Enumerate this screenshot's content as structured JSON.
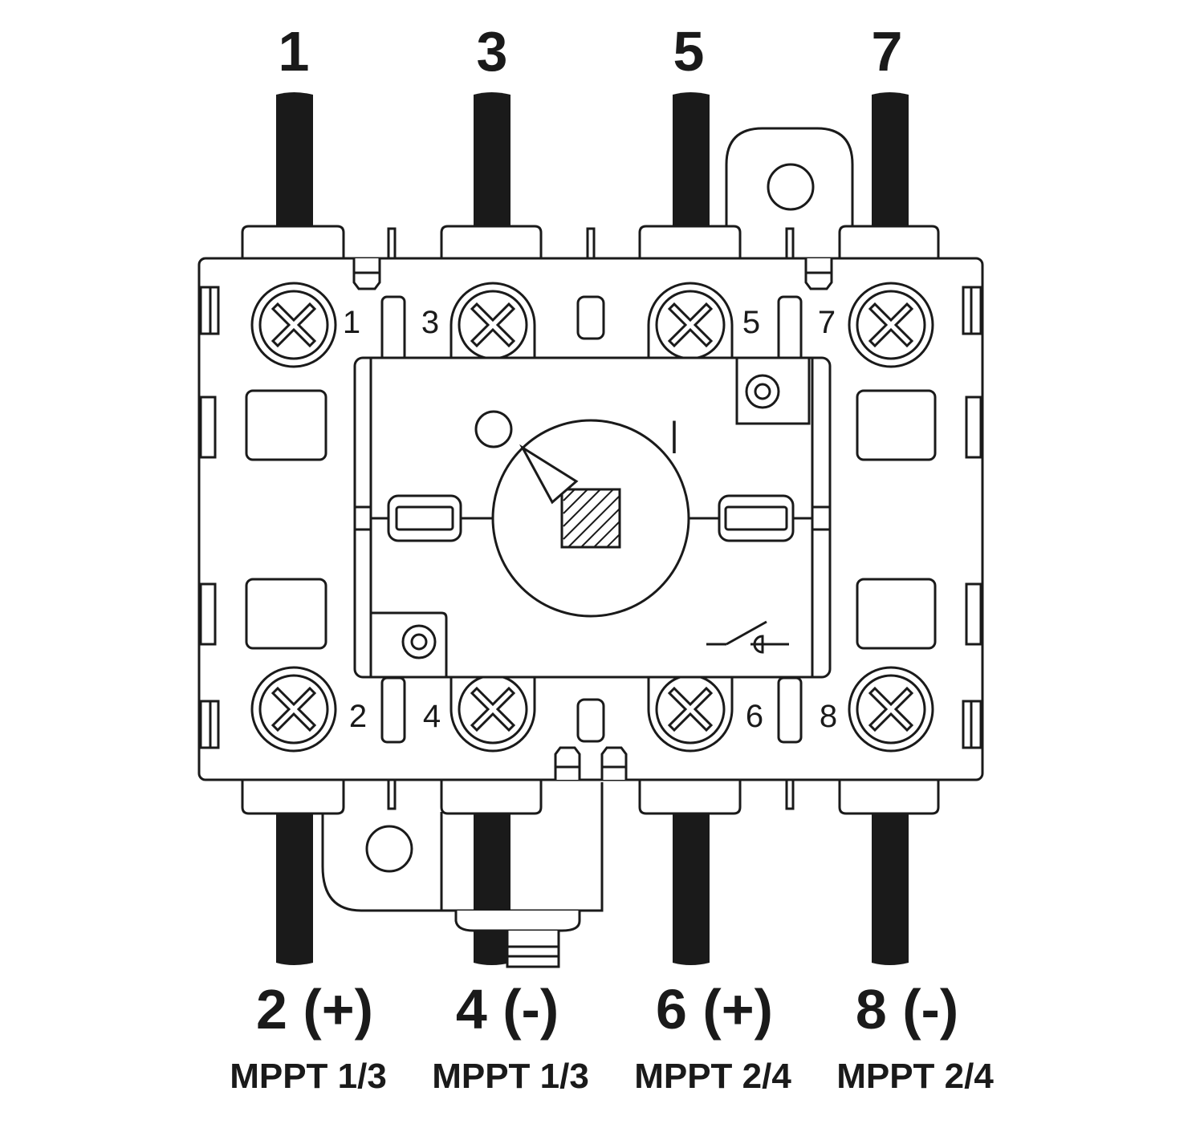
{
  "diagram": {
    "top_labels": [
      "1",
      "3",
      "5",
      "7"
    ],
    "bottom_labels": [
      "2 (+)",
      "4 (-)",
      "6 (+)",
      "8 (-)"
    ],
    "mppt_labels": [
      "MPPT 1/3",
      "MPPT 1/3",
      "MPPT 2/4",
      "MPPT 2/4"
    ],
    "terminal_top": [
      "1",
      "3",
      "5",
      "7"
    ],
    "terminal_bottom": [
      "2",
      "4",
      "6",
      "8"
    ],
    "switch_position_mark": "|",
    "colors": {
      "ink": "#1a1a1a",
      "background": "#ffffff"
    }
  }
}
